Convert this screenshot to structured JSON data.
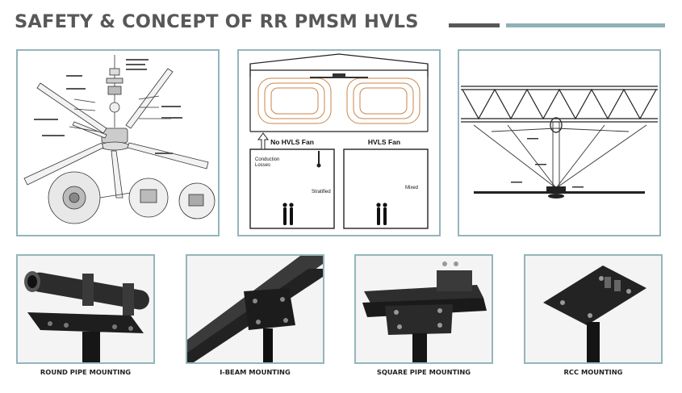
{
  "page": {
    "title": "SAFETY & CONCEPT OF RR PMSM HVLS"
  },
  "diagrams": {
    "no_fan_label": "No HVLS Fan",
    "with_fan_label": "HVLS Fan",
    "conduction_label_1": "Conduction",
    "conduction_label_2": "Losses",
    "stratified_label": "Stratified",
    "mixed_label": "Mixed"
  },
  "mountings": [
    {
      "caption": "ROUND PIPE MOUNTING"
    },
    {
      "caption": "I-BEAM MOUNTING"
    },
    {
      "caption": "SQUARE PIPE MOUNTING"
    },
    {
      "caption": "RCC MOUNTING"
    }
  ],
  "colors": {
    "title": "#58585a",
    "accent_teal": "#8fb1b8",
    "panel_border": "#93b5bb"
  }
}
